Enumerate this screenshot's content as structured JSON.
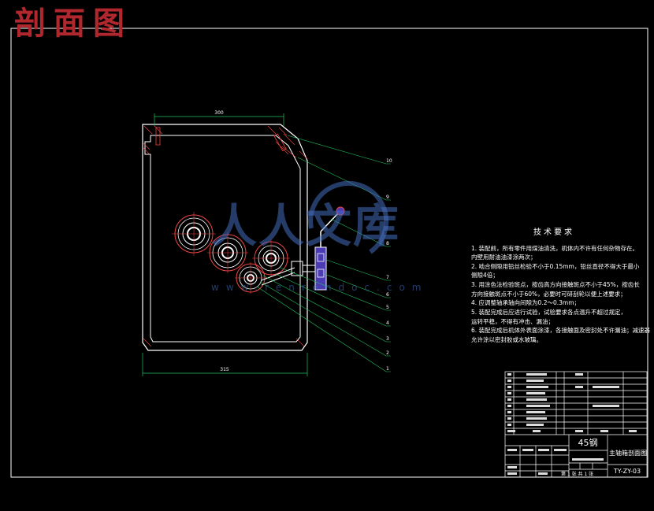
{
  "drawing": {
    "title": "剖面图",
    "dim_top": "300",
    "dim_bottom": "315",
    "balloons": [
      "10",
      "9",
      "8",
      "7",
      "6",
      "5",
      "4",
      "3",
      "2",
      "1"
    ]
  },
  "watermark": {
    "main": "人人文库",
    "sub": "www.renrendoc.com"
  },
  "notes": {
    "title": "技术要求",
    "lines": [
      "1. 装配前，所有零件用煤油清洗，机体内不许有任何杂物存在。",
      "   内壁用耐油油漆涂两次；",
      "2. 啮合侧隙用铅丝检验不小于0.15mm，铅丝直径不得大于最小",
      "   侧隙4倍；",
      "3. 用涂色法检验斑点，按齿高方向接触斑点不小于45%，按齿长",
      "   方向接触斑点不小于60%，必要时可研刮轮以便上述要求；",
      "4. 应调整轴承轴向间隙为0.2～0.3mm；",
      "5. 装配完成后应进行试验，试验要求各点温升不超过规定，",
      "   运转平稳，不得有冲击、漏油；",
      "6. 装配完成后机体外表面涂漆，各接触面及密封处不许漏油；减速器",
      "   允许涂以密封胶或水玻璃。"
    ]
  },
  "title_block": {
    "material": "45钢",
    "name": "主轴箱剖面图",
    "code": "TY-ZY-03",
    "sheet": "第 1 张 共 1 张"
  },
  "colors": {
    "background": "#000000",
    "lines": "#ffffff",
    "leaders": "#22c55e",
    "hatch": "#ef4444",
    "title": "#b0272d",
    "purple_part": "#4b3bb5",
    "watermark": "#4670be"
  }
}
